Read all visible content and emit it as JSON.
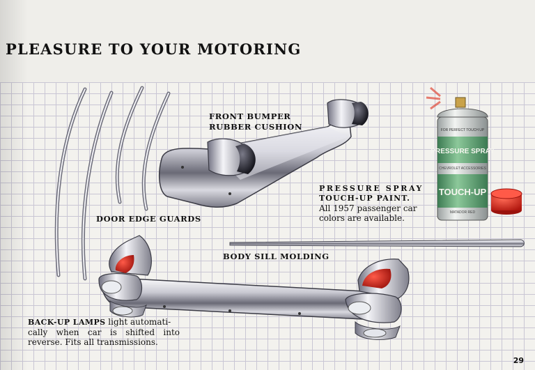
{
  "heading": "PLEASURE TO YOUR MOTORING",
  "labels": {
    "front_bumper_line1": "FRONT BUMPER",
    "front_bumper_line2": "RUBBER CUSHION",
    "door_edge_guards": "DOOR EDGE GUARDS",
    "body_sill_molding": "BODY SILL MOLDING"
  },
  "paint": {
    "line1": "PRESSURE SPRAY",
    "line2": "TOUCH-UP PAINT.",
    "line3": "All 1957 passenger car",
    "line4": "colors are available."
  },
  "backup": {
    "bold": "BACK-UP LAMPS",
    "line1_rest": " light automati-",
    "line2": "cally when car is shifted into",
    "line3": "reverse. Fits all transmissions."
  },
  "can": {
    "band_text": "PRESSURE SPRAY",
    "brand": "TOUCH-UP",
    "top_text": "FOR PERFECT TOUCH UP",
    "small_text": "CHEVROLET ACCESSORIES",
    "color_name": "MATADOR RED"
  },
  "page_number": "29",
  "colors": {
    "chrome_light": "#f4f4f6",
    "chrome_dark": "#5a5a66",
    "lamp_red": "#cc2b1e",
    "can_green": "#5a9e6e",
    "cap_red": "#d8261c"
  }
}
